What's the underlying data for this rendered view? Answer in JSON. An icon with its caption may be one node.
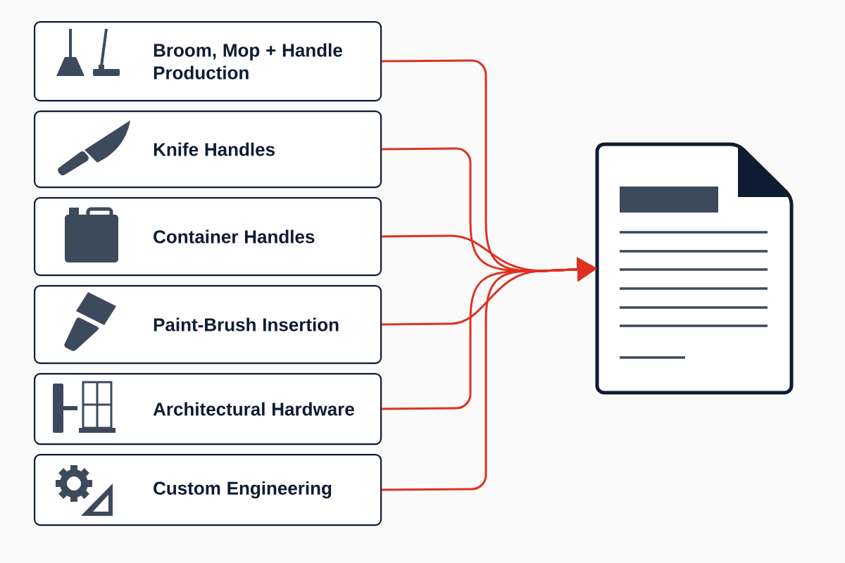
{
  "diagram": {
    "nodes": [
      {
        "text": [
          "Broom, Mop + Handle Production"
        ]
      },
      {
        "text": [
          "Knife Handles"
        ]
      },
      {
        "text": [
          "Container Handles"
        ]
      },
      {
        "text": [
          "Paint-Brush Insertion"
        ]
      },
      {
        "text": [
          "Architectural Hardware"
        ]
      },
      {
        "text": [
          "Custom Engineering"
        ]
      },
      {
        "text": [],
        "shape": "document"
      }
    ],
    "edges": [
      {
        "from": 0,
        "to": 6,
        "arrow": "to"
      },
      {
        "from": 1,
        "to": 6,
        "arrow": "to"
      },
      {
        "from": 2,
        "to": 6,
        "arrow": "to"
      },
      {
        "from": 3,
        "to": 6,
        "arrow": "to"
      },
      {
        "from": 4,
        "to": 6,
        "arrow": "to"
      },
      {
        "from": 5,
        "to": 6,
        "arrow": "to"
      }
    ]
  }
}
